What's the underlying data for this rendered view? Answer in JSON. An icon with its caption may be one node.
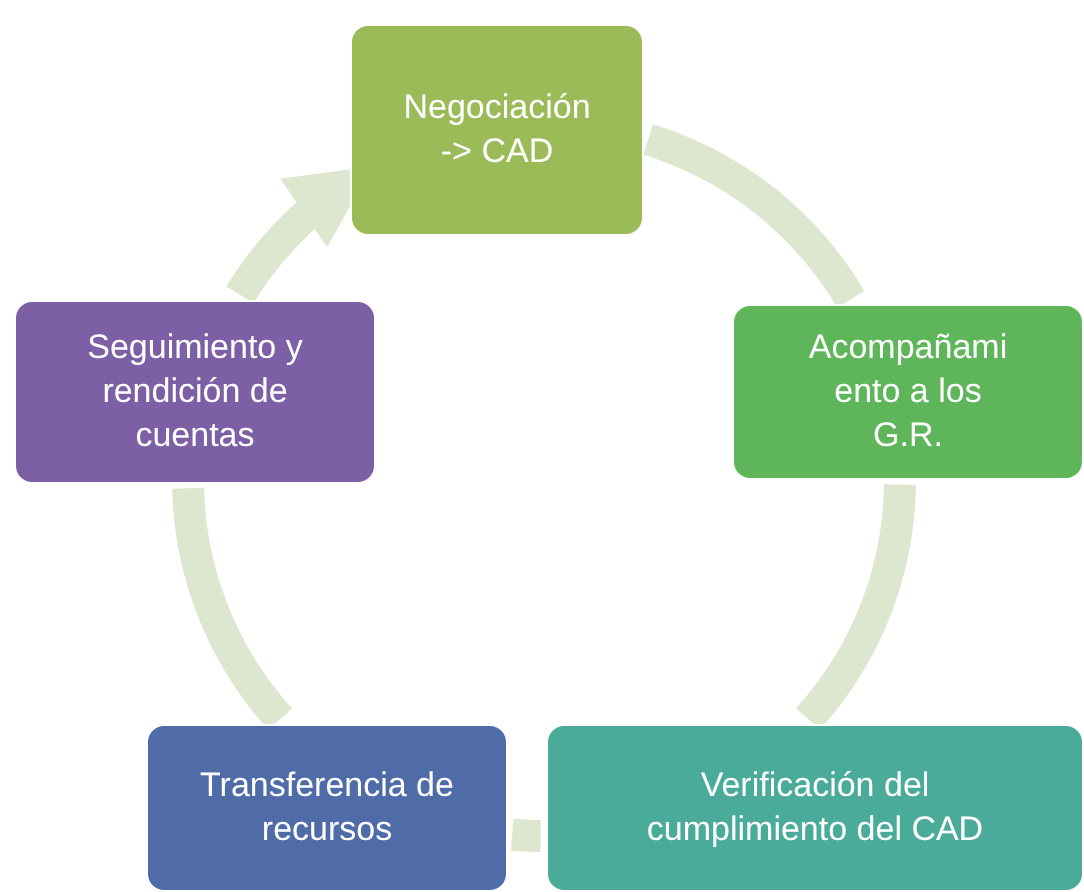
{
  "diagram": {
    "nodes": [
      {
        "text": [
          "Negociación -> CAD"
        ]
      },
      {
        "text": [
          "Acompañami ento a los G.R."
        ]
      },
      {
        "text": [
          "Verificación del cumplimiento del CAD"
        ]
      },
      {
        "text": [
          "Transferencia de recursos"
        ]
      },
      {
        "text": [
          "Seguimiento y rendición de cuentas"
        ]
      }
    ],
    "edges": [
      {
        "from": 0,
        "to": 1,
        "arrow": "none"
      },
      {
        "from": 1,
        "to": 2,
        "arrow": "none"
      },
      {
        "from": 2,
        "to": 3,
        "arrow": "none"
      },
      {
        "from": 3,
        "to": 4,
        "arrow": "none"
      },
      {
        "from": 4,
        "to": 0,
        "arrow": "to"
      }
    ]
  }
}
